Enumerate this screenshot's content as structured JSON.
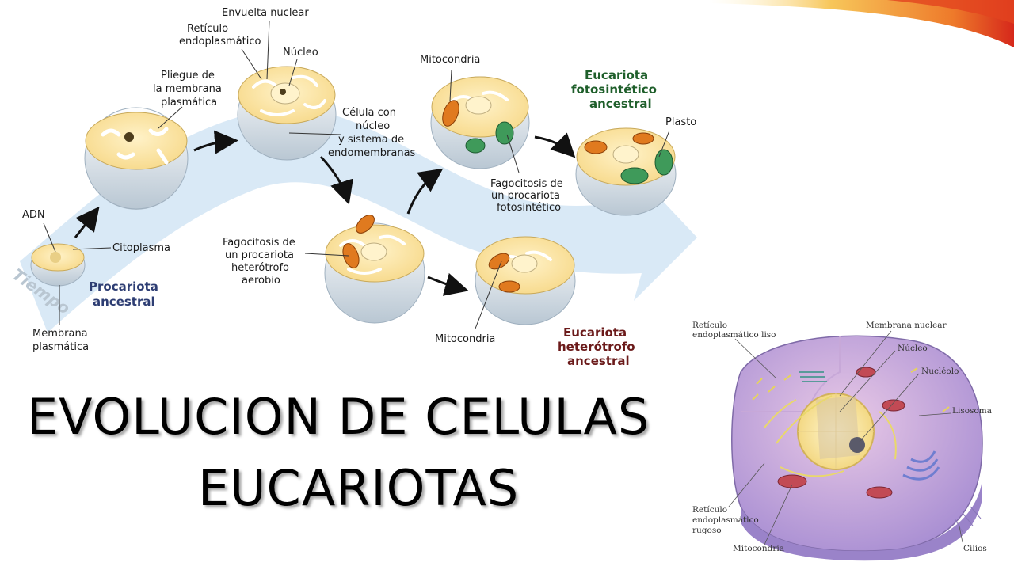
{
  "colors": {
    "flow_arrow": "#d7e8f6",
    "cytoplasm": "#fbe3a6",
    "membrane": "#e6edf2",
    "mitochondria": "#e07a1f",
    "plastid": "#3f9a5a",
    "label_blue": "#2d3d73",
    "label_green": "#1f5f2b",
    "label_maroon": "#6b1a1a",
    "accent_corner": "#f0a23a"
  },
  "diagram": {
    "time_label": "Tiempo",
    "labels": {
      "adn": "ADN",
      "citoplasma": "Citoplasma",
      "membrana_1": "Membrana",
      "membrana_2": "plasmática",
      "pliegue_1": "Pliegue de",
      "pliegue_2": "la membrana",
      "pliegue_3": "plasmática",
      "envuelta": "Envuelta nuclear",
      "reticulo_1": "Retículo",
      "reticulo_2": "endoplasmático",
      "nucleo": "Núcleo",
      "celula_1": "Célula con",
      "celula_2": "núcleo",
      "celula_3": "y sistema de",
      "celula_4": "endomembranas",
      "mitocondria_top": "Mitocondria",
      "fago_aer_1": "Fagocitosis de",
      "fago_aer_2": "un  procariota",
      "fago_aer_3": "heterótrofo",
      "fago_aer_4": "aerobio",
      "fago_fot_1": "Fagocitosis de",
      "fago_fot_2": "un  procariota",
      "fago_fot_3": "fotosintético",
      "plasto": "Plasto",
      "mitocondria_bottom": "Mitocondria"
    },
    "stages": {
      "procariota_1": "Procariota",
      "procariota_2": "ancestral",
      "fotosintetico_1": "Eucariota",
      "fotosintetico_2": "fotosintético",
      "fotosintetico_3": "ancestral",
      "heterotrofo_1": "Eucariota",
      "heterotrofo_2": "heterótrofo",
      "heterotrofo_3": "ancestral"
    }
  },
  "title": {
    "line1": "EVOLUCION DE CELULAS",
    "line2": "EUCARIOTAS"
  },
  "cell_figure": {
    "reticulo_liso_1": "Retículo",
    "reticulo_liso_2": "endoplasmático liso",
    "membrana_nuclear": "Membrana nuclear",
    "nucleo": "Núcleo",
    "nucleolo": "Nucléolo",
    "lisosoma": "Lisosoma",
    "reticulo_rugoso_1": "Retículo",
    "reticulo_rugoso_2": "endoplasmático",
    "reticulo_rugoso_3": "rugoso",
    "mitocondria": "Mitocondria",
    "cilios": "Cilios"
  }
}
